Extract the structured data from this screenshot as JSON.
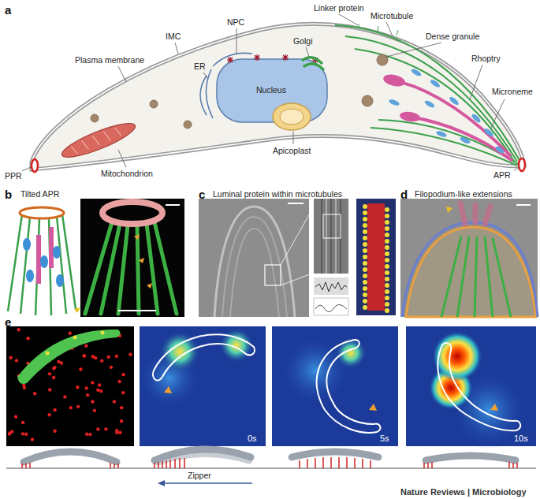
{
  "diagram": {
    "labels": [
      "a",
      "Plasma membrane",
      "IMC",
      "ER",
      "NPC",
      "Nucleus",
      "Golgi",
      "Linker protein",
      "Microtubule",
      "Dense granule",
      "Rhoptry",
      "Microneme",
      "Mitochondrion",
      "Apicoplast",
      "PPR",
      "APR",
      "b",
      "Tilted APR",
      "c",
      "Luminal protein within microtubules",
      "d",
      "Filopodium-like extensions",
      "e",
      "0s",
      "5s",
      "10s",
      "Zipper",
      "Nature Reviews | Microbiology"
    ]
  }
}
